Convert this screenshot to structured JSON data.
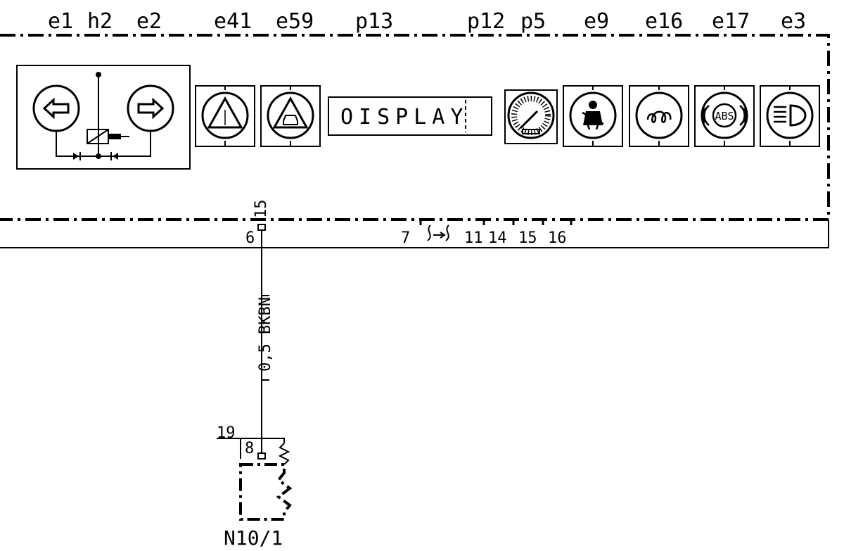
{
  "component_labels": [
    "e1",
    "h2",
    "e2",
    "e41",
    "e59",
    "p13",
    "p12",
    "p5",
    "e9",
    "e16",
    "e17",
    "e3"
  ],
  "display_text": "OISPLAY",
  "pins": {
    "p15": "15",
    "p6": "6",
    "p7": "7",
    "p11": "11",
    "p14": "14",
    "p15b": "15",
    "p16": "16",
    "p19": "19",
    "p8": "8"
  },
  "wire_label": "0,5 BKBN",
  "ground_label": "N10/1",
  "abs_text": "ABS",
  "icons": [
    "left-turn-arrow-icon",
    "relay-icon",
    "right-turn-arrow-icon",
    "warning-triangle-icon",
    "car-warning-icon",
    "speedometer-icon",
    "seatbelt-icon",
    "glow-plug-icon",
    "abs-icon",
    "high-beam-icon"
  ]
}
